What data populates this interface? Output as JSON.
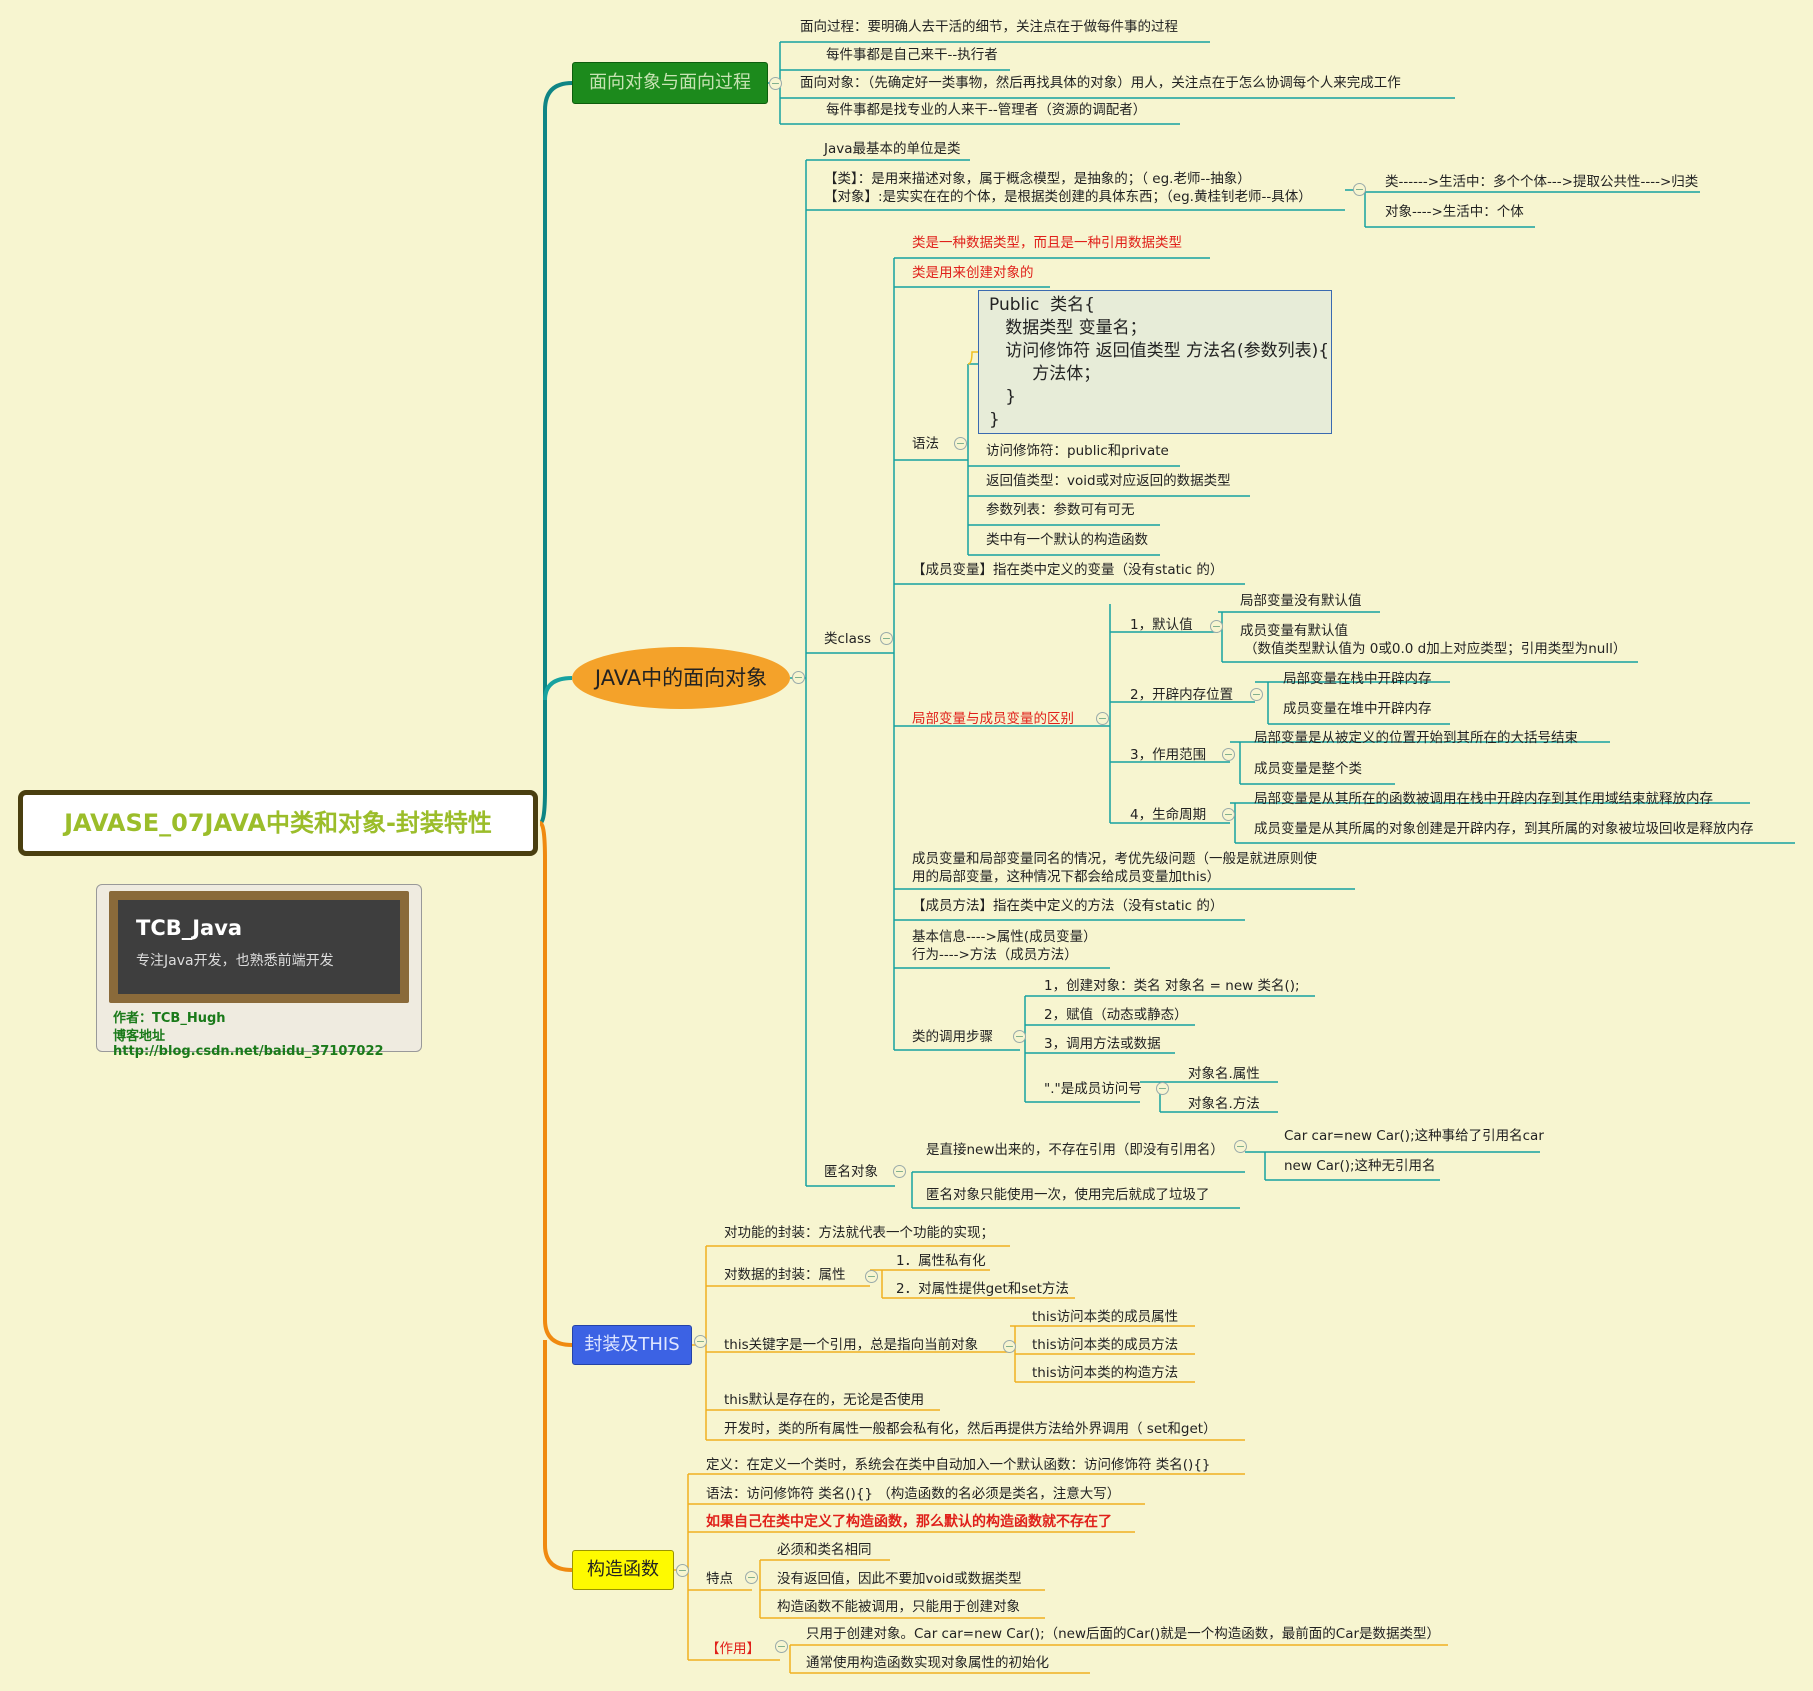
{
  "title": "JAVASE_07JAVA中类和对象-封装特性",
  "card": {
    "name": "TCB_Java",
    "subtitle": "专注Java开发，也熟悉前端开发",
    "author": "作者：TCB_Hugh",
    "blog": "博客地址http://blog.csdn.net/baidu_37107022"
  },
  "branches": {
    "oop_vs_pop": "面向对象与面向过程",
    "java_oop": "JAVA中的面向对象",
    "encapsulation": "封装及THIS",
    "constructor": "构造函数"
  },
  "b1": {
    "pop": "面向过程：要明确人去干活的细节，关注点在于做每件事的过程",
    "pop_sub": "每件事都是自己来干--执行者",
    "oop": "面向对象：（先确定好一类事物，然后再找具体的对象）用人，关注点在于怎么协调每个人来完成工作",
    "oop_sub": "每件事都是找专业的人来干--管理者（资源的调配者）"
  },
  "b2": {
    "basic_unit": "Java最基本的单位是类",
    "class_def1": "【类】：是用来描述对象，属于概念模型，是抽象的；（ eg.老师--抽象）",
    "class_def2": "【对象】:是实实在在的个体，是根据类创建的具体东西；（eg.黄桂钊老师--具体）",
    "class_life": "类------>生活中：多个个体--->提取公共性---->归类",
    "object_life": "对象---->生活中：个体",
    "class_label": "类class",
    "data_type": "类是一种数据类型，而且是一种引用数据类型",
    "create_obj": "类是用来创建对象的",
    "syntax": "语法",
    "code": [
      "Public  类名{",
      "   数据类型 变量名；",
      "   访问修饰符 返回值类型 方法名(参数列表){",
      "        方法体；",
      "   }",
      "}"
    ],
    "access_mod": "访问修饰符：public和private",
    "return_type": "返回值类型：void或对应返回的数据类型",
    "params": "参数列表：参数可有可无",
    "default_ctor": "类中有一个默认的构造函数",
    "member_var": "【成员变量】指在类中定义的变量（没有static 的）",
    "diff": "局部变量与成员变量的区别",
    "d1": "1，默认值",
    "d1a": "局部变量没有默认值",
    "d1b_1": "成员变量有默认值",
    "d1b_2": "（数值类型默认值为 0或0.0 d加上对应类型；引用类型为null）",
    "d2": "2，开辟内存位置",
    "d2a": "局部变量在栈中开辟内存",
    "d2b": "成员变量在堆中开辟内存",
    "d3": "3，作用范围",
    "d3a": "局部变量是从被定义的位置开始到其所在的大括号结束",
    "d3b": "成员变量是整个类",
    "d4": "4，生命周期",
    "d4a": "局部变量是从其所在的函数被调用在栈中开辟内存到其作用域结束就释放内存",
    "d4b": "成员变量是从其所属的对象创建是开辟内存，到其所属的对象被垃圾回收是释放内存",
    "same_name_1": "成员变量和局部变量同名的情况，考优先级问题（一般是就进原则使",
    "same_name_2": "用的局部变量，这种情况下都会给成员变量加this）",
    "member_method": "【成员方法】指在类中定义的方法（没有static 的）",
    "basic_info_1": "基本信息---->属性(成员变量）",
    "basic_info_2": "行为---->方法（成员方法）",
    "call_steps": "类的调用步骤",
    "s1": "1，创建对象：类名 对象名 = new 类名();",
    "s2": "2，赋值（动态或静态）",
    "s3": "3，调用方法或数据",
    "dot": "\".\"是成员访问号",
    "dot_a": "对象名.属性",
    "dot_b": "对象名.方法",
    "anon": "匿名对象",
    "anon1": "是直接new出来的，不存在引用（即没有引用名）",
    "anon1a": "Car car=new Car();这种事给了引用名car",
    "anon1b": "new Car();这种无引用名",
    "anon2": "匿名对象只能使用一次，使用完后就成了垃圾了"
  },
  "b3": {
    "func": "对功能的封装：方法就代表一个功能的实现；",
    "data": "对数据的封装：属性",
    "data1": "1．属性私有化",
    "data2": "2．对属性提供get和set方法",
    "this": "this关键字是一个引用，总是指向当前对象",
    "this1": "this访问本类的成员属性",
    "this2": "this访问本类的成员方法",
    "this3": "this访问本类的构造方法",
    "this_default": "this默认是存在的，无论是否使用",
    "dev": "开发时，类的所有属性一般都会私有化，然后再提供方法给外界调用（ set和get）"
  },
  "b4": {
    "def": "定义：在定义一个类时，系统会在类中自动加入一个默认函数：访问修饰符  类名(){}",
    "syntax": "语法：访问修饰符  类名(){}  （构造函数的名必须是类名，注意大写）",
    "warn": "如果自己在类中定义了构造函数，那么默认的构造函数就不存在了",
    "feature": "特点",
    "f1": "必须和类名相同",
    "f2": "没有返回值，因此不要加void或数据类型",
    "f3": "构造函数不能被调用，只能用于创建对象",
    "use": "【作用】",
    "u1": "只用于创建对象。Car car=new Car();（new后面的Car()就是一个构造函数，最前面的Car是数据类型）",
    "u2": "通常使用构造函数实现对象属性的初始化"
  },
  "colors": {
    "background": "#f7f5d0",
    "branch_green": "#1c8a1c",
    "branch_orange": "#f4a22a",
    "branch_blue": "#3c62e4",
    "branch_yellow": "#fefa00",
    "teal_line": "#17a2a0",
    "orange_line": "#f08a10",
    "red_text": "#e0201a",
    "title_text": "#9bbd2a"
  }
}
